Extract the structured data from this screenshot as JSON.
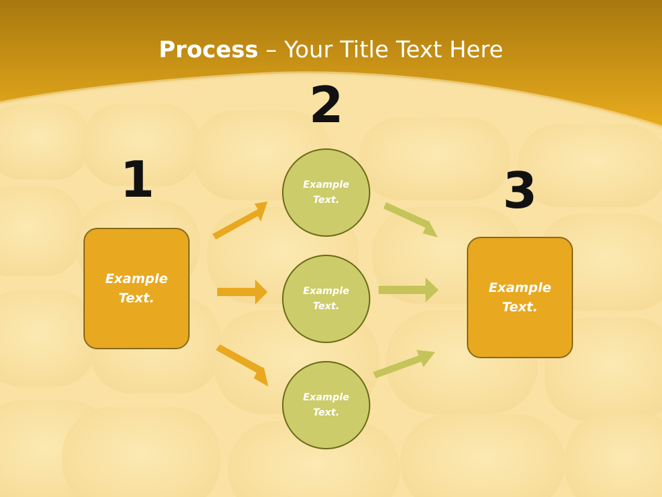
{
  "title": {
    "bold": "Process",
    "rest": " – Your Title Text Here"
  },
  "steps": {
    "num1": "1",
    "num2": "2",
    "num3": "3"
  },
  "boxes": {
    "left": "Example Text.",
    "right": "Example Text."
  },
  "circles": {
    "top": "Example Text.",
    "middle": "Example Text.",
    "bottom": "Example Text."
  },
  "colors": {
    "header": "#e8a820",
    "box_fill": "#e8a820",
    "circle_fill": "#cccc6a",
    "arrow_orange": "#e8a820",
    "arrow_green": "#c4c45a"
  }
}
